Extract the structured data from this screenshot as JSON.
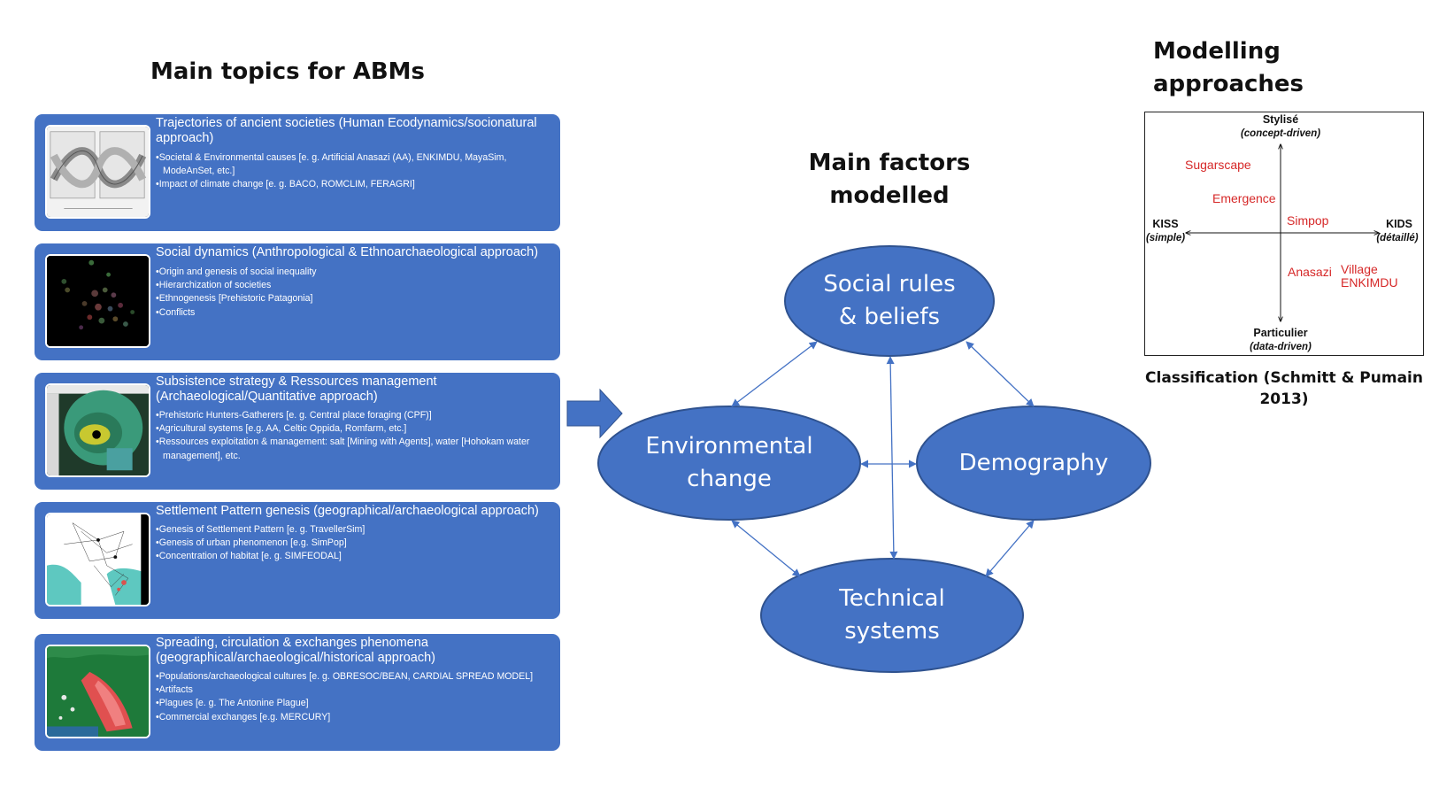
{
  "topics": {
    "title": "Main topics for ABMs",
    "items": [
      {
        "heading": "Trajectories of ancient societies (Human Ecodynamics/socionatural approach)",
        "bullets": [
          "Societal & Environmental causes [e. g. Artificial Anasazi (AA), ENKIMDU, MayaSim, ModeAnSet, etc.]",
          "Impact of climate change [e. g. BACO, ROMCLIM, FERAGRI]"
        ]
      },
      {
        "heading": "Social dynamics (Anthropological & Ethnoarchaeological approach)",
        "bullets": [
          "Origin and genesis of social inequality",
          "Hierarchization of societies",
          "Ethnogenesis [Prehistoric Patagonia]",
          "Conflicts"
        ]
      },
      {
        "heading": "Subsistence strategy & Ressources management (Archaeological/Quantitative approach)",
        "bullets": [
          "Prehistoric Hunters-Gatherers [e. g. Central place foraging (CPF)]",
          "Agricultural systems [e.g. AA, Celtic Oppida, Romfarm, etc.]",
          "Ressources exploitation & management: salt [Mining with Agents], water [Hohokam water management], etc."
        ]
      },
      {
        "heading": "Settlement Pattern genesis (geographical/archaeological approach)",
        "bullets": [
          "Genesis of Settlement Pattern [e. g. TravellerSim]",
          "Genesis of  urban phenomenon [e.g. SimPop]",
          "Concentration of habitat [e. g. SIMFEODAL]"
        ]
      },
      {
        "heading": "Spreading, circulation & exchanges phenomena (geographical/archaeological/historical approach)",
        "bullets": [
          "Populations/archaeological cultures [e. g. OBRESOC/BEAN, CARDIAL SPREAD MODEL]",
          "Artifacts",
          "Plagues [e. g. The Antonine Plague]",
          "Commercial exchanges [e.g. MERCURY]"
        ]
      }
    ]
  },
  "factors": {
    "title_line1": "Main factors",
    "title_line2": "modelled",
    "social_line1": "Social rules",
    "social_line2": "& beliefs",
    "env_line1": "Environmental",
    "env_line2": "change",
    "demo": "Demography",
    "tech_line1": "Technical",
    "tech_line2": "systems"
  },
  "approaches": {
    "title_line1": "Modelling",
    "title_line2": "approaches",
    "top_label": "Stylisé",
    "top_sub": "(concept-driven)",
    "bottom_label": "Particulier",
    "bottom_sub": "(data-driven)",
    "left_label": "KISS",
    "left_sub": "(simple)",
    "right_label": "KIDS",
    "right_sub": "(détaillé)",
    "models": {
      "sugarscape": "Sugarscape",
      "emergence": "Emergence",
      "simpop": "Simpop",
      "anasazi": "Anasazi",
      "village_line1": "Village",
      "village_line2": "ENKIMDU"
    },
    "caption_line1": "Classification (Schmitt & Pumain",
    "caption_line2": "2013)"
  },
  "colors": {
    "box_blue": "#4472c4",
    "ellipse_blue": "#4472c4",
    "model_red": "#d62828"
  }
}
